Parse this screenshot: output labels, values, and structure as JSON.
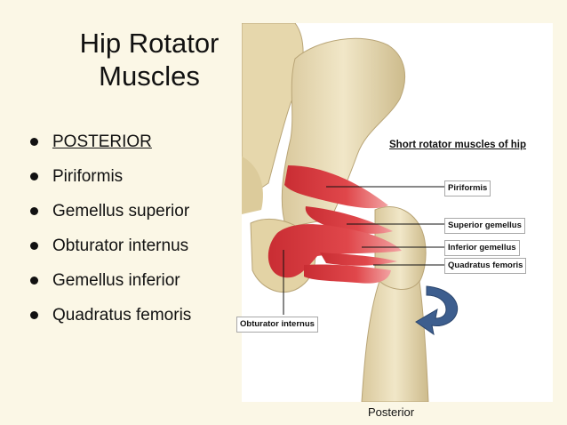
{
  "slide": {
    "title_line1": "Hip Rotator",
    "title_line2": "Muscles",
    "bullets": [
      "POSTERIOR",
      "Piriformis",
      "Gemellus superior",
      "Obturator internus",
      "Gemellus inferior",
      "Quadratus femoris"
    ]
  },
  "figure": {
    "title": "Short rotator muscles of hip",
    "labels": {
      "piriformis": "Piriformis",
      "superior_gemellus": "Superior gemellus",
      "inferior_gemellus": "Inferior gemellus",
      "quadratus_femoris": "Quadratus femoris",
      "obturator_internus": "Obturator internus"
    },
    "caption": "Posterior",
    "colors": {
      "bone": "#e9dcb6",
      "muscle": "#d8393c",
      "arrow": "#3d5e8e"
    }
  }
}
